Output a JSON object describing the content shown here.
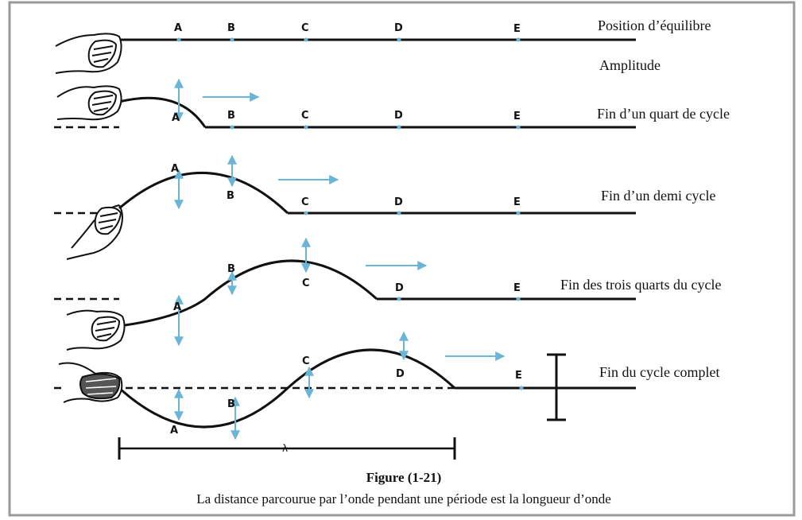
{
  "figure": {
    "title": "Figure (1-21)",
    "caption": "La distance parcourue par l’onde pendant une période est la longueur d’onde"
  },
  "points": [
    "A",
    "B",
    "C",
    "D",
    "E"
  ],
  "annotations": {
    "amplitude": "Amplitude",
    "wavelength_symbol": "λ"
  },
  "stages": [
    {
      "label": "Position d’équilibre"
    },
    {
      "label": "Fin d’un quart de cycle"
    },
    {
      "label": "Fin d’un demi cycle"
    },
    {
      "label": "Fin des trois quarts du cycle"
    },
    {
      "label": "Fin du cycle complet"
    }
  ],
  "colors": {
    "ink": "#111111",
    "arrow": "#6ab4d8",
    "frame": "#9a9a9a"
  }
}
